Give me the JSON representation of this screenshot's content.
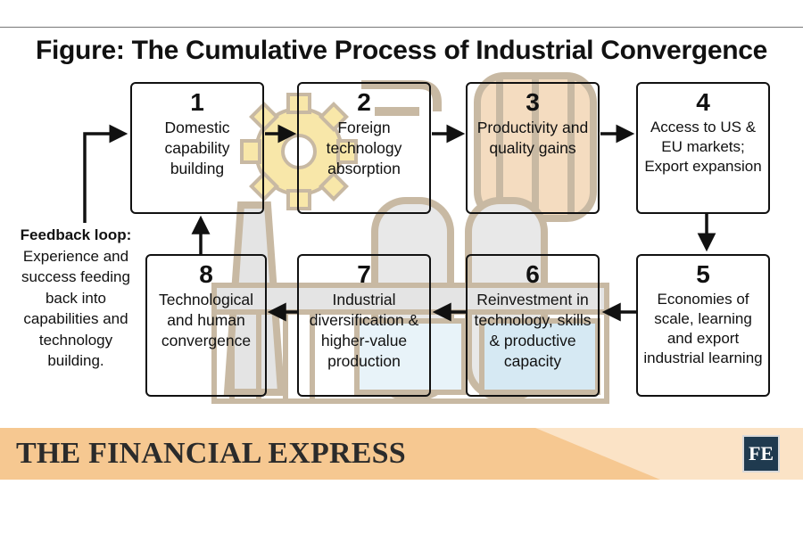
{
  "title": "Figure: The Cumulative Process of Industrial Convergence",
  "steps": [
    {
      "num": "1",
      "text": "Domestic capability building"
    },
    {
      "num": "2",
      "text": "Foreign technology absorption"
    },
    {
      "num": "3",
      "text": "Productivity and quality gains"
    },
    {
      "num": "4",
      "text": "Access to US & EU markets; Export expansion"
    },
    {
      "num": "5",
      "text": "Economies of scale, learning and export industrial learning"
    },
    {
      "num": "6",
      "text": "Reinvestment in technology, skills & productive capacity"
    },
    {
      "num": "7",
      "text": "Industrial diversification & higher-value production"
    },
    {
      "num": "8",
      "text": "Technological and human convergence"
    }
  ],
  "feedback": {
    "heading": "Feedback loop:",
    "text": "Experience and success feeding back into capabilities and technology building."
  },
  "brand": {
    "name": "THE FINANCIAL EXPRESS",
    "logo": "FE"
  },
  "colors": {
    "banner_orange": "#f6c891",
    "banner_light": "#fbe3c6",
    "watermark_brown": "#c8b9a3",
    "watermark_yellow": "#f8e7a9",
    "watermark_peach": "#f4dcc0",
    "watermark_blue": "#d6e9f3",
    "logo_navy": "#1f3a4f"
  }
}
